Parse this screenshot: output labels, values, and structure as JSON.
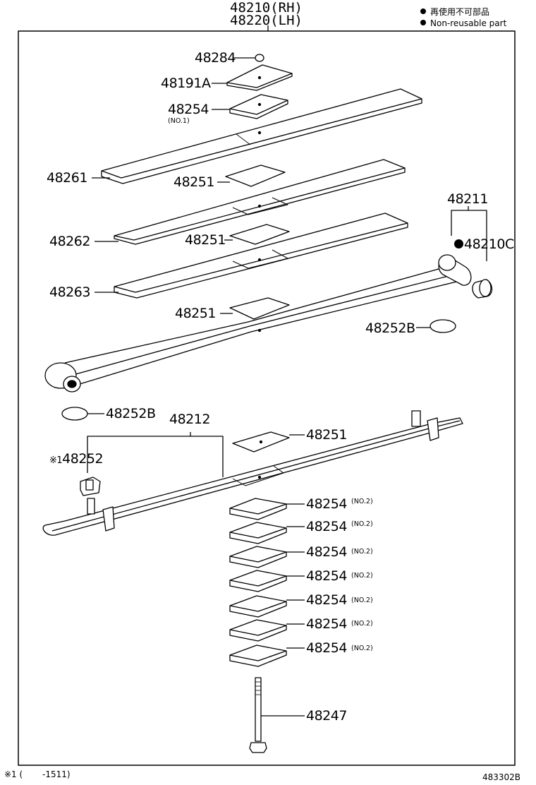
{
  "header": {
    "title_rh": "48210(RH)",
    "title_lh": "48220(LH)",
    "legend_jp": "再使用不可部品",
    "legend_en": "Non-reusable part"
  },
  "labels": {
    "p48284": "48284",
    "p48191A": "48191A",
    "p48254_top": "48254",
    "no1": "(NO.1)",
    "p48261": "48261",
    "p48251_a": "48251",
    "p48262": "48262",
    "p48251_b": "48251",
    "p48263": "48263",
    "p48251_c": "48251",
    "p48211": "48211",
    "p48210C": "48210C",
    "p48252B_right": "48252B",
    "p48252B_left": "48252B",
    "p48212": "48212",
    "p48251_d": "48251",
    "p48252_prefix": "※1",
    "p48252": "48252",
    "p48247": "48247"
  },
  "stack": [
    {
      "part": "48254",
      "note": "(NO.2)"
    },
    {
      "part": "48254",
      "note": "(NO.2)"
    },
    {
      "part": "48254",
      "note": "(NO.2)"
    },
    {
      "part": "48254",
      "note": "(NO.2)"
    },
    {
      "part": "48254",
      "note": "(NO.2)"
    },
    {
      "part": "48254",
      "note": "(NO.2)"
    },
    {
      "part": "48254",
      "note": "(NO.2)"
    }
  ],
  "footer": {
    "note": "※1 (　　 -1511)",
    "code": "483302B"
  }
}
